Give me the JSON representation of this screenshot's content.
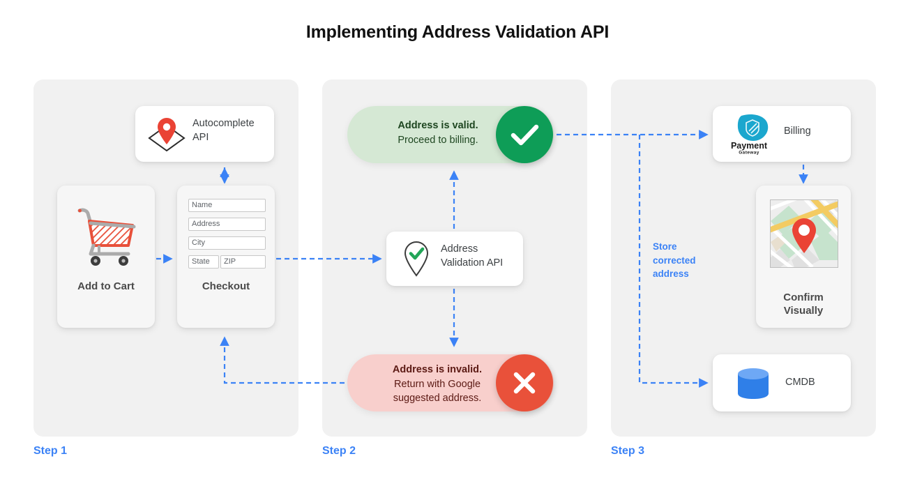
{
  "title": "Implementing Address Validation API",
  "colors": {
    "blue": "#3B82F6",
    "panel_bg": "#F1F1F1",
    "green_pill": "#D5E8D4",
    "green_circle": "#0E9D57",
    "red_pill": "#F8CFCC",
    "red_circle": "#E9513A",
    "pin_red": "#EA4335"
  },
  "steps": [
    {
      "label": "Step 1"
    },
    {
      "label": "Step 2"
    },
    {
      "label": "Step 3"
    }
  ],
  "step1": {
    "autocomplete": {
      "label": "Autocomplete API",
      "icon": "map-pin-diamond-icon"
    },
    "cart": {
      "caption": "Add to Cart",
      "icon": "shopping-cart-icon"
    },
    "checkout": {
      "caption": "Checkout",
      "fields": [
        {
          "name": "name",
          "placeholder": "Name"
        },
        {
          "name": "address",
          "placeholder": "Address"
        },
        {
          "name": "city",
          "placeholder": "City"
        },
        {
          "name": "state",
          "placeholder": "State"
        },
        {
          "name": "zip",
          "placeholder": "ZIP"
        }
      ]
    }
  },
  "step2": {
    "valid": {
      "line1": "Address is valid.",
      "line2": "Proceed to billing.",
      "icon": "check-icon"
    },
    "invalid": {
      "line1": "Address is invalid.",
      "line2": "Return with Google",
      "line3": "suggested address.",
      "icon": "close-icon"
    },
    "validation_api": {
      "line1": "Address",
      "line2": "Validation API",
      "icon": "pin-check-icon"
    }
  },
  "step3": {
    "billing": {
      "label": "Billing",
      "logo_name": "Payment",
      "logo_sub": "Gateway",
      "icon": "payment-gateway-icon"
    },
    "confirm": {
      "line1": "Confirm",
      "line2": "Visually",
      "icon": "map-thumbnail-icon"
    },
    "cmdb": {
      "label": "CMDB",
      "icon": "database-icon"
    },
    "store_label": "Store corrected address"
  }
}
